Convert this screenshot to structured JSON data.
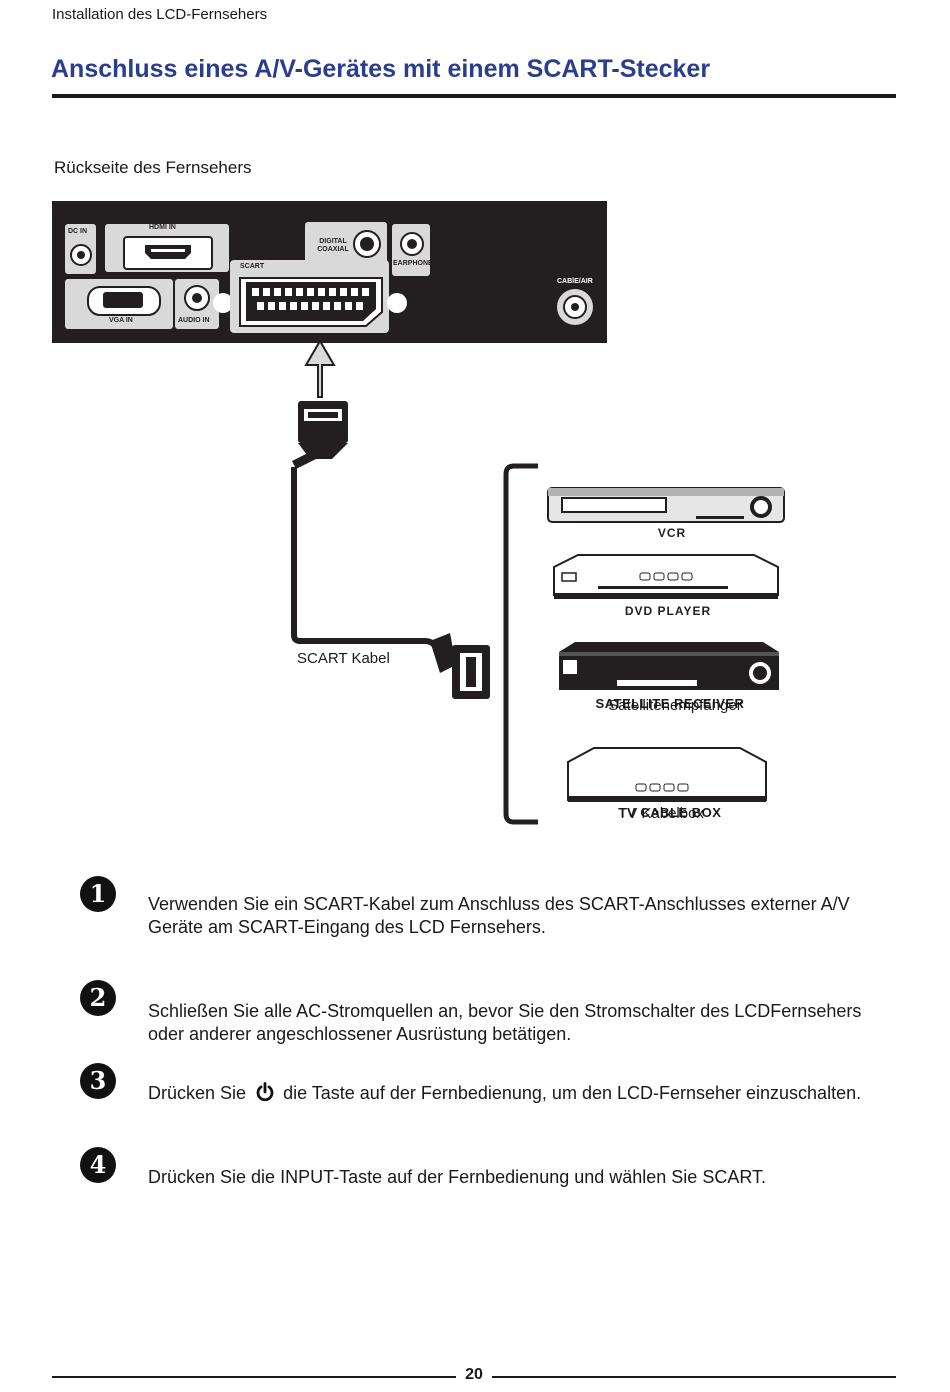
{
  "header": {
    "section": "Installation des LCD-Fernsehers"
  },
  "title": "Anschluss eines A/V-Gerätes mit einem SCART-Stecker",
  "diagram": {
    "tv_back_label": "Rückseite des Fernsehers",
    "ports": {
      "dc_in": "DC IN",
      "hdmi_in": "HDMI IN",
      "digital_coaxial": "DIGITAL COAXIAL",
      "earphone": "EARPHONE",
      "scart": "SCART",
      "vga_in": "VGA IN",
      "audio_in": "AUDIO IN",
      "cable_air": "CABlE/AIR"
    },
    "cable_label": "SCART Kabel",
    "devices": [
      {
        "label": "VCR"
      },
      {
        "label": "DVD PLAYER"
      },
      {
        "label": "SATELLITE RECEIVER",
        "overlay": "Satellitenempfänger"
      },
      {
        "label": "TV CABLE BOX",
        "overlay": "TV Kabelbox"
      }
    ]
  },
  "steps": [
    {
      "num": "1",
      "text": "Verwenden Sie ein SCART-Kabel zum Anschluss des SCART-Anschlusses externer A/V Geräte am SCART-Eingang des LCD Fernsehers."
    },
    {
      "num": "2",
      "text": "Schließen Sie alle AC-Stromquellen an, bevor Sie den Stromschalter des LCDFernsehers oder anderer angeschlossener Ausrüstung betätigen."
    },
    {
      "num": "3",
      "text_before": "Drücken Sie",
      "text_after": "die Taste auf der Fernbedienung, um den LCD-Fernseher einzuschalten.",
      "icon": "power-icon"
    },
    {
      "num": "4",
      "text": "Drücken Sie die INPUT-Taste auf der Fernbedienung und wählen Sie SCART."
    }
  ],
  "footer": {
    "page_number": "20"
  }
}
